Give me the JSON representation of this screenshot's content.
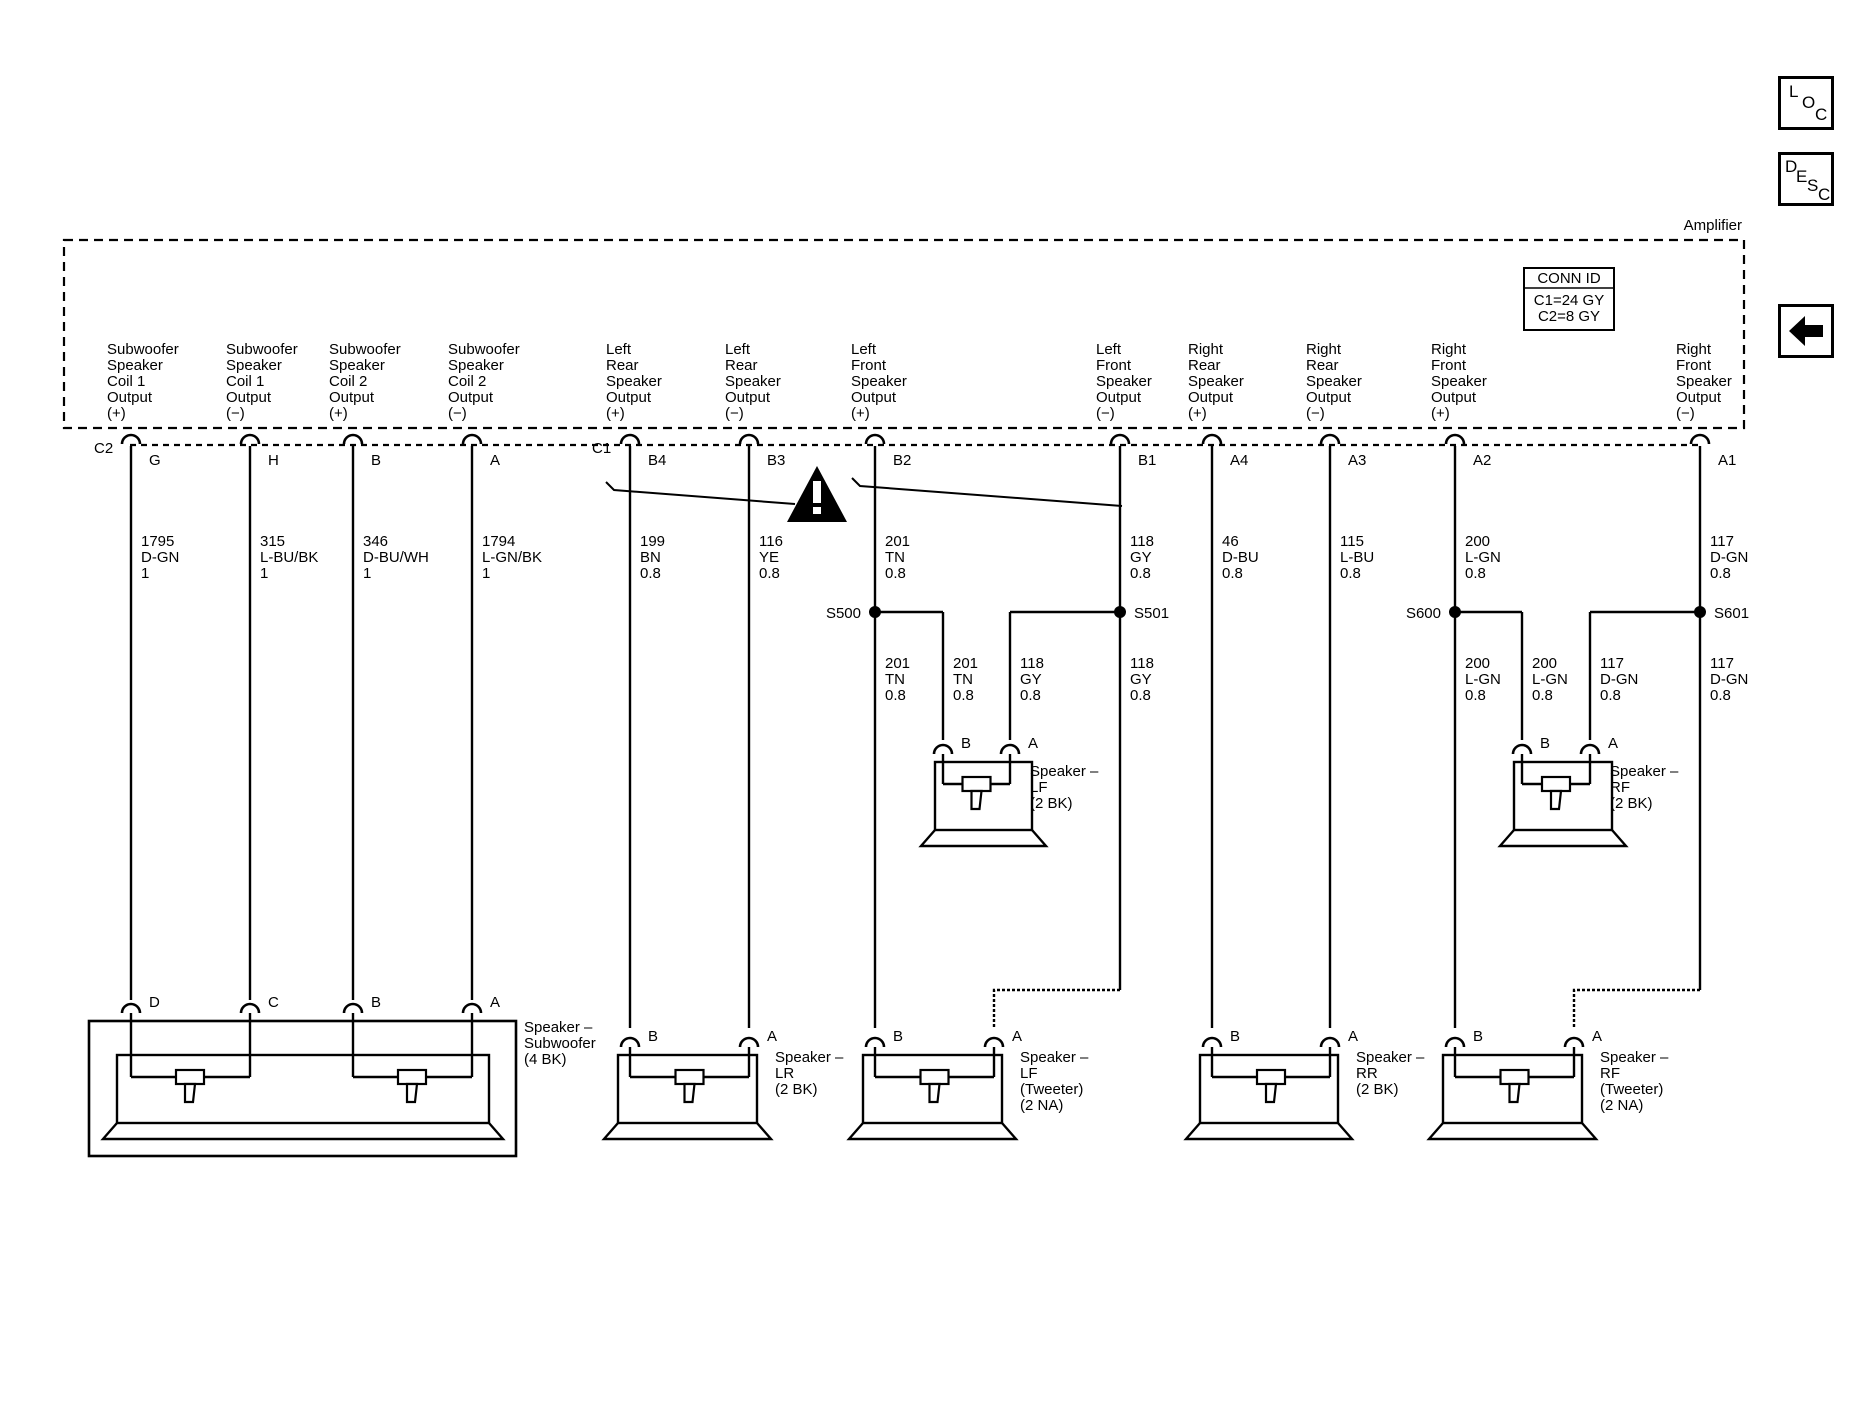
{
  "nav": {
    "loc": [
      "L",
      "O",
      "C"
    ],
    "desc": [
      "D",
      "E",
      "S",
      "C"
    ]
  },
  "amplifier": {
    "label": "Amplifier",
    "conn_id_title": "CONN ID",
    "conn_id_lines": [
      "C1=24 GY",
      "C2=8 GY"
    ]
  },
  "connectors": {
    "c2": "C2",
    "c1": "C1"
  },
  "outputs": [
    {
      "lines": [
        "Subwoofer",
        "Speaker",
        "Coil 1",
        "Output",
        "(+)"
      ],
      "pin": "G",
      "circuit": "1795",
      "color": "D-GN",
      "size": "1"
    },
    {
      "lines": [
        "Subwoofer",
        "Speaker",
        "Coil 1",
        "Output",
        "(−)"
      ],
      "pin": "H",
      "circuit": "315",
      "color": "L-BU/BK",
      "size": "1"
    },
    {
      "lines": [
        "Subwoofer",
        "Speaker",
        "Coil 2",
        "Output",
        "(+)"
      ],
      "pin": "B",
      "circuit": "346",
      "color": "D-BU/WH",
      "size": "1"
    },
    {
      "lines": [
        "Subwoofer",
        "Speaker",
        "Coil 2",
        "Output",
        "(−)"
      ],
      "pin": "A",
      "circuit": "1794",
      "color": "L-GN/BK",
      "size": "1"
    },
    {
      "lines": [
        "Left",
        "Rear",
        "Speaker",
        "Output",
        "(+)"
      ],
      "pin": "B4",
      "circuit": "199",
      "color": "BN",
      "size": "0.8"
    },
    {
      "lines": [
        "Left",
        "Rear",
        "Speaker",
        "Output",
        "(−)"
      ],
      "pin": "B3",
      "circuit": "116",
      "color": "YE",
      "size": "0.8"
    },
    {
      "lines": [
        "Left",
        "Front",
        "Speaker",
        "Output",
        "(+)"
      ],
      "pin": "B2",
      "circuit": "201",
      "color": "TN",
      "size": "0.8"
    },
    {
      "lines": [
        "Left",
        "Front",
        "Speaker",
        "Output",
        "(−)"
      ],
      "pin": "B1",
      "circuit": "118",
      "color": "GY",
      "size": "0.8"
    },
    {
      "lines": [
        "Right",
        "Rear",
        "Speaker",
        "Output",
        "(+)"
      ],
      "pin": "A4",
      "circuit": "46",
      "color": "D-BU",
      "size": "0.8"
    },
    {
      "lines": [
        "Right",
        "Rear",
        "Speaker",
        "Output",
        "(−)"
      ],
      "pin": "A3",
      "circuit": "115",
      "color": "L-BU",
      "size": "0.8"
    },
    {
      "lines": [
        "Right",
        "Front",
        "Speaker",
        "Output",
        "(+)"
      ],
      "pin": "A2",
      "circuit": "200",
      "color": "L-GN",
      "size": "0.8"
    },
    {
      "lines": [
        "Right",
        "Front",
        "Speaker",
        "Output",
        "(−)"
      ],
      "pin": "A1",
      "circuit": "117",
      "color": "D-GN",
      "size": "0.8"
    }
  ],
  "splices": [
    "S500",
    "S501",
    "S600",
    "S601"
  ],
  "branch_wires": [
    {
      "circuit": "201",
      "color": "TN",
      "size": "0.8"
    },
    {
      "circuit": "201",
      "color": "TN",
      "size": "0.8"
    },
    {
      "circuit": "118",
      "color": "GY",
      "size": "0.8"
    },
    {
      "circuit": "118",
      "color": "GY",
      "size": "0.8"
    },
    {
      "circuit": "200",
      "color": "L-GN",
      "size": "0.8"
    },
    {
      "circuit": "200",
      "color": "L-GN",
      "size": "0.8"
    },
    {
      "circuit": "117",
      "color": "D-GN",
      "size": "0.8"
    },
    {
      "circuit": "117",
      "color": "D-GN",
      "size": "0.8"
    }
  ],
  "speakers": [
    {
      "lines": [
        "Speaker –",
        "Subwoofer",
        "(4 BK)"
      ],
      "pins": [
        "D",
        "C",
        "B",
        "A"
      ]
    },
    {
      "lines": [
        "Speaker –",
        "LR",
        "(2 BK)"
      ],
      "pins": [
        "B",
        "A"
      ]
    },
    {
      "lines": [
        "Speaker –",
        "LF",
        "(Tweeter)",
        "(2 NA)"
      ],
      "pins": [
        "B",
        "A"
      ]
    },
    {
      "lines": [
        "Speaker –",
        "RR",
        "(2 BK)"
      ],
      "pins": [
        "B",
        "A"
      ]
    },
    {
      "lines": [
        "Speaker –",
        "RF",
        "(Tweeter)",
        "(2 NA)"
      ],
      "pins": [
        "B",
        "A"
      ]
    },
    {
      "lines": [
        "Speaker –",
        "LF",
        "(2 BK)"
      ],
      "pins": [
        "B",
        "A"
      ]
    },
    {
      "lines": [
        "Speaker –",
        "RF",
        "(2 BK)"
      ],
      "pins": [
        "B",
        "A"
      ]
    }
  ]
}
